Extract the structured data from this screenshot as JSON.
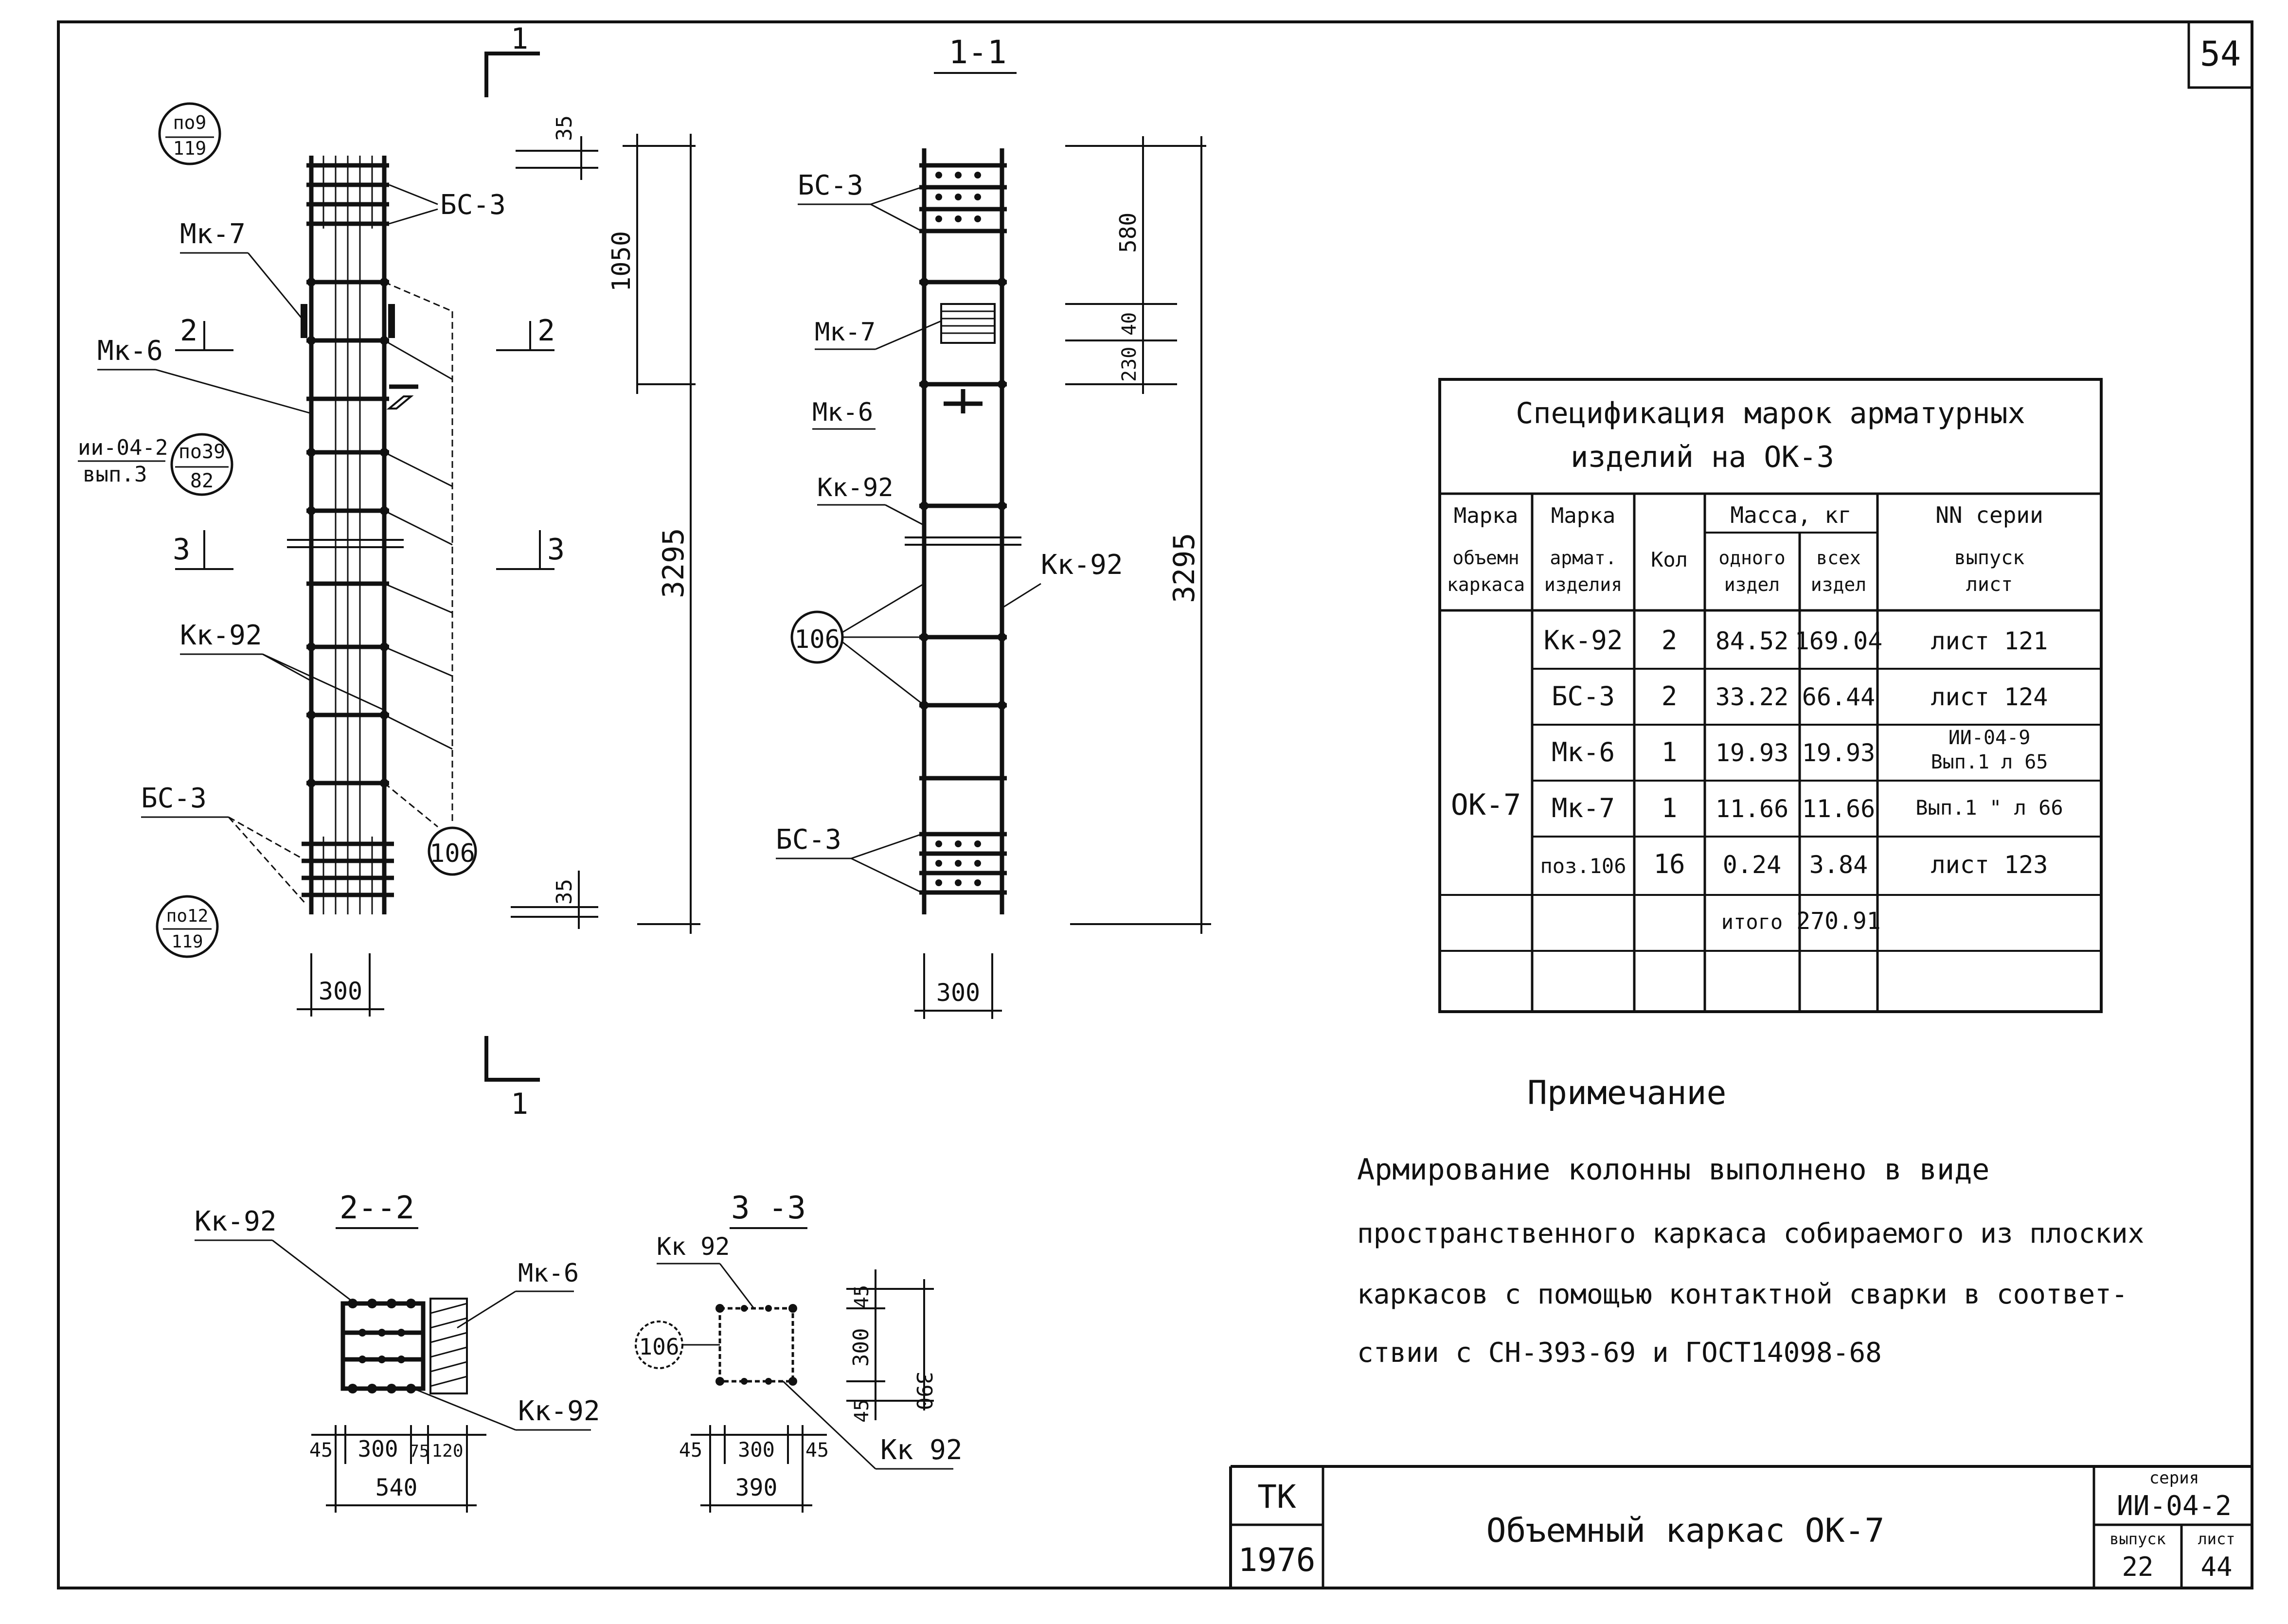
{
  "sheet": {
    "number": "54"
  },
  "elevation": {
    "section_mark_top": "1",
    "section_mark_bottom": "1",
    "cut_2_left": "2",
    "cut_2_right": "2",
    "cut_3_left": "3",
    "cut_3_right": "3",
    "ref_top": {
      "num": "по9",
      "den": "119"
    },
    "ref_mid": {
      "prefix": "ии-04-2",
      "prefix2": "вып.3",
      "num": "по39",
      "den": "82"
    },
    "ref_bottom": {
      "num": "по12",
      "den": "119"
    },
    "labels": {
      "bs3_top": "БС-3",
      "mk7": "Мк-7",
      "mk6": "Мк-6",
      "kk92": "Кк-92",
      "bs3_bottom": "БС-3",
      "pos106": "106"
    },
    "dims": {
      "d35_top": "35",
      "d1050": "1050",
      "d3295": "3295",
      "d35_bottom": "35",
      "width": "300"
    }
  },
  "section11": {
    "title": "1-1",
    "labels": {
      "bs3_top": "БС-3",
      "mk7": "Мк-7",
      "mk6": "Мк-6",
      "kk92_left": "Кк-92",
      "kk92_right": "Кк-92",
      "pos106": "106",
      "bs3_bottom": "БС-3"
    },
    "dims": {
      "d580": "580",
      "d230": "230",
      "d40": "40",
      "d3295": "3295",
      "width": "300"
    }
  },
  "section22": {
    "title": "2--2",
    "labels": {
      "kk92_top": "Кк-92",
      "mk6": "Мк-6",
      "kk92_bottom": "Кк-92"
    },
    "dims": {
      "a": "45",
      "b": "300",
      "c": "75",
      "d": "120",
      "total": "540"
    }
  },
  "section33": {
    "title": "3 -3",
    "labels": {
      "kk92_top": "Кк 92",
      "pos106": "106",
      "kk92_bottom": "Кк 92"
    },
    "dims": {
      "a": "45",
      "b": "300",
      "c": "45",
      "total": "390",
      "v_top": "45",
      "v_mid": "300",
      "v_bot": "45",
      "v_total": "390"
    }
  },
  "spec": {
    "title_line1": "Спецификация марок арматурных",
    "title_line2": "изделий на ОК-3",
    "headers": {
      "marka_obj": [
        "Марка",
        "объемн",
        "каркаса"
      ],
      "marka_arm": [
        "Марка",
        "армат.",
        "изделия"
      ],
      "kol": "Кол",
      "massa": "Масса, кг",
      "odnogo": [
        "одного",
        "издел"
      ],
      "vseh": [
        "всех",
        "издел"
      ],
      "series": [
        "NN серии",
        "выпуск",
        "лист"
      ]
    },
    "group": "ОК-7",
    "rows": [
      {
        "mark": "Кк-92",
        "qty": "2",
        "one": "84.52",
        "all": "169.04",
        "ref": [
          "лист 121"
        ]
      },
      {
        "mark": "БС-3",
        "qty": "2",
        "one": "33.22",
        "all": "66.44",
        "ref": [
          "лист 124"
        ]
      },
      {
        "mark": "Мк-6",
        "qty": "1",
        "one": "19.93",
        "all": "19.93",
        "ref": [
          "ИИ-04-9",
          "Вып.1 л 65"
        ]
      },
      {
        "mark": "Мк-7",
        "qty": "1",
        "one": "11.66",
        "all": "11.66",
        "ref": [
          "Вып.1 \" л 66"
        ]
      },
      {
        "mark": "поз.106",
        "qty": "16",
        "one": "0.24",
        "all": "3.84",
        "ref": [
          "лист 123"
        ]
      },
      {
        "mark": "",
        "qty": "",
        "one": "итого",
        "all": "270.91",
        "ref": [
          ""
        ]
      },
      {
        "mark": "",
        "qty": "",
        "one": "",
        "all": "",
        "ref": [
          ""
        ]
      }
    ]
  },
  "note": {
    "title": "Примечание",
    "lines": [
      "Армирование колонны выполнено в виде",
      "пространственного каркаса собираемого из плоских",
      "каркасов с помощью контактной сварки в соответ-",
      "ствии с СН-393-69 и ГОСТ14098-68"
    ]
  },
  "title_block": {
    "org": "ТК",
    "year": "1976",
    "name": "Объемный каркас ОК-7",
    "series_label": "серия",
    "series_value": "ИИ-04-2",
    "issue_label": "выпуск",
    "issue_value": "22",
    "sheet_label": "лист",
    "sheet_value": "44"
  }
}
